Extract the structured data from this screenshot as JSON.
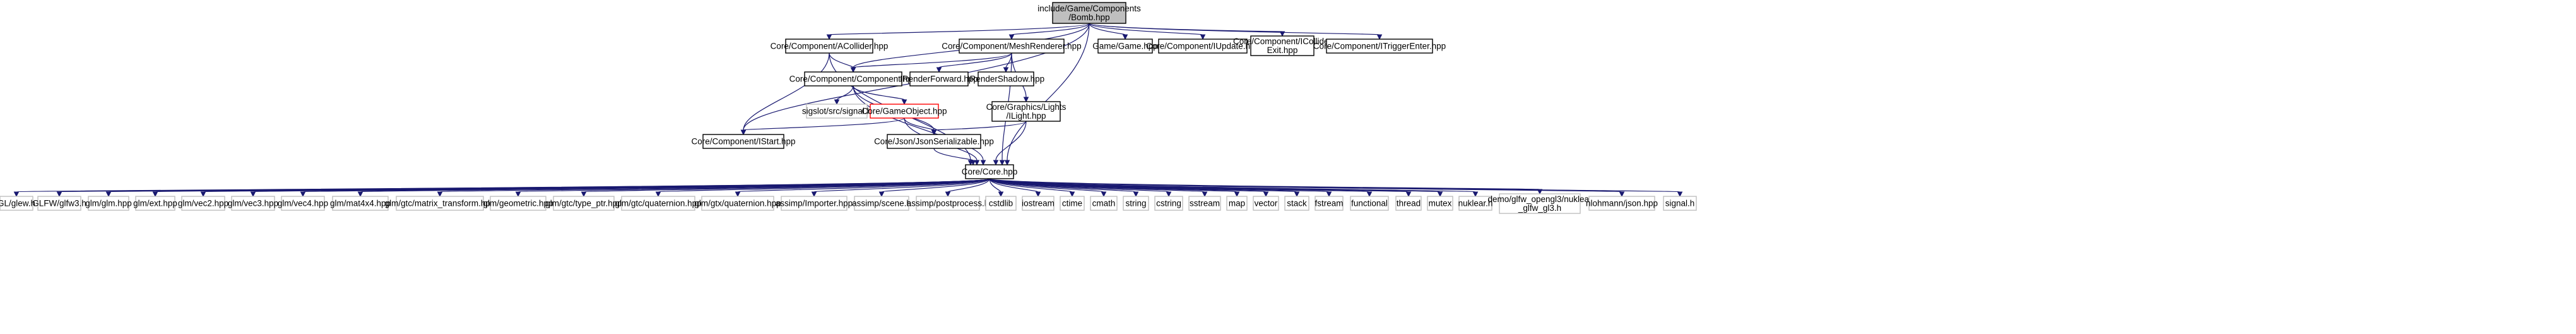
{
  "nodes": {
    "bomb": {
      "lines": [
        "include/Game/Components",
        "/Bomb.hpp"
      ],
      "style": "root"
    },
    "acollider": {
      "lines": [
        "Core/Component/ACollider.hpp"
      ],
      "style": "box"
    },
    "meshrenderer": {
      "lines": [
        "Core/Component/MeshRenderer.hpp"
      ],
      "style": "box"
    },
    "game": {
      "lines": [
        "Game/Game.hpp"
      ],
      "style": "box"
    },
    "iupdate": {
      "lines": [
        "Core/Component/IUpdate.hpp"
      ],
      "style": "box"
    },
    "icolliderexit": {
      "lines": [
        "Core/Component/ICollider",
        "Exit.hpp"
      ],
      "style": "box"
    },
    "itriggerenter": {
      "lines": [
        "Core/Component/ITriggerEnter.hpp"
      ],
      "style": "box"
    },
    "component": {
      "lines": [
        "Core/Component/Component.hpp"
      ],
      "style": "box"
    },
    "irenderforward": {
      "lines": [
        "IRenderForward.hpp"
      ],
      "style": "box"
    },
    "irendershadow": {
      "lines": [
        "IRenderShadow.hpp"
      ],
      "style": "box"
    },
    "signal": {
      "lines": [
        "sigslot/src/signal.h"
      ],
      "style": "plain"
    },
    "gameobject": {
      "lines": [
        "Core/GameObject.hpp"
      ],
      "style": "red"
    },
    "ilight": {
      "lines": [
        "Core/Graphics/Lights",
        "/ILight.hpp"
      ],
      "style": "box"
    },
    "istart": {
      "lines": [
        "Core/Component/IStart.hpp"
      ],
      "style": "box"
    },
    "jsonser": {
      "lines": [
        "Core/Json/JsonSerializable.hpp"
      ],
      "style": "box"
    },
    "core": {
      "lines": [
        "Core/Core.hpp"
      ],
      "style": "box"
    },
    "glew": {
      "lines": [
        "GL/glew.h"
      ],
      "style": "plain"
    },
    "glfw3": {
      "lines": [
        "GLFW/glfw3.h"
      ],
      "style": "plain"
    },
    "glm": {
      "lines": [
        "glm/glm.hpp"
      ],
      "style": "plain"
    },
    "glmext": {
      "lines": [
        "glm/ext.hpp"
      ],
      "style": "plain"
    },
    "vec2": {
      "lines": [
        "glm/vec2.hpp"
      ],
      "style": "plain"
    },
    "vec3": {
      "lines": [
        "glm/vec3.hpp"
      ],
      "style": "plain"
    },
    "vec4": {
      "lines": [
        "glm/vec4.hpp"
      ],
      "style": "plain"
    },
    "mat4x4": {
      "lines": [
        "glm/mat4x4.hpp"
      ],
      "style": "plain"
    },
    "mattransform": {
      "lines": [
        "glm/gtc/matrix_transform.hpp"
      ],
      "style": "plain"
    },
    "geometric": {
      "lines": [
        "glm/geometric.hpp"
      ],
      "style": "plain"
    },
    "typeptr": {
      "lines": [
        "glm/gtc/type_ptr.hpp"
      ],
      "style": "plain"
    },
    "gtcquat": {
      "lines": [
        "glm/gtc/quaternion.hpp"
      ],
      "style": "plain"
    },
    "gtxquat": {
      "lines": [
        "glm/gtx/quaternion.hpp"
      ],
      "style": "plain"
    },
    "importer": {
      "lines": [
        "assimp/Importer.hpp"
      ],
      "style": "plain"
    },
    "scene": {
      "lines": [
        "assimp/scene.h"
      ],
      "style": "plain"
    },
    "postprocess": {
      "lines": [
        "assimp/postprocess.h"
      ],
      "style": "plain"
    },
    "cstdlib": {
      "lines": [
        "cstdlib"
      ],
      "style": "plain"
    },
    "iostream": {
      "lines": [
        "iostream"
      ],
      "style": "plain"
    },
    "ctime": {
      "lines": [
        "ctime"
      ],
      "style": "plain"
    },
    "cmath": {
      "lines": [
        "cmath"
      ],
      "style": "plain"
    },
    "string": {
      "lines": [
        "string"
      ],
      "style": "plain"
    },
    "cstring": {
      "lines": [
        "cstring"
      ],
      "style": "plain"
    },
    "sstream": {
      "lines": [
        "sstream"
      ],
      "style": "plain"
    },
    "map": {
      "lines": [
        "map"
      ],
      "style": "plain"
    },
    "vector": {
      "lines": [
        "vector"
      ],
      "style": "plain"
    },
    "stack": {
      "lines": [
        "stack"
      ],
      "style": "plain"
    },
    "fstream": {
      "lines": [
        "fstream"
      ],
      "style": "plain"
    },
    "functional": {
      "lines": [
        "functional"
      ],
      "style": "plain"
    },
    "thread": {
      "lines": [
        "thread"
      ],
      "style": "plain"
    },
    "mutex": {
      "lines": [
        "mutex"
      ],
      "style": "plain"
    },
    "nuklear": {
      "lines": [
        "nuklear.h"
      ],
      "style": "plain"
    },
    "nuklearglfw": {
      "lines": [
        "demo/glfw_opengl3/nuklear",
        "_glfw_gl3.h"
      ],
      "style": "plain"
    },
    "json": {
      "lines": [
        "nlohmann/json.hpp"
      ],
      "style": "plain"
    },
    "signalh": {
      "lines": [
        "signal.h"
      ],
      "style": "plain"
    }
  },
  "edges": [
    [
      "bomb",
      "acollider"
    ],
    [
      "bomb",
      "meshrenderer"
    ],
    [
      "bomb",
      "game"
    ],
    [
      "bomb",
      "iupdate"
    ],
    [
      "bomb",
      "icolliderexit"
    ],
    [
      "bomb",
      "itriggerenter"
    ],
    [
      "bomb",
      "component"
    ],
    [
      "bomb",
      "istart"
    ],
    [
      "bomb",
      "core"
    ],
    [
      "acollider",
      "component"
    ],
    [
      "acollider",
      "istart"
    ],
    [
      "acollider",
      "core"
    ],
    [
      "meshrenderer",
      "component"
    ],
    [
      "meshrenderer",
      "irenderforward"
    ],
    [
      "meshrenderer",
      "irendershadow"
    ],
    [
      "meshrenderer",
      "ilight"
    ],
    [
      "meshrenderer",
      "core"
    ],
    [
      "component",
      "signal"
    ],
    [
      "component",
      "gameobject"
    ],
    [
      "component",
      "jsonser"
    ],
    [
      "component",
      "core"
    ],
    [
      "gameobject",
      "istart"
    ],
    [
      "gameobject",
      "jsonser"
    ],
    [
      "gameobject",
      "core"
    ],
    [
      "ilight",
      "jsonser"
    ],
    [
      "ilight",
      "core"
    ],
    [
      "jsonser",
      "core"
    ],
    [
      "core",
      "glew"
    ],
    [
      "core",
      "glfw3"
    ],
    [
      "core",
      "glm"
    ],
    [
      "core",
      "glmext"
    ],
    [
      "core",
      "vec2"
    ],
    [
      "core",
      "vec3"
    ],
    [
      "core",
      "vec4"
    ],
    [
      "core",
      "mat4x4"
    ],
    [
      "core",
      "mattransform"
    ],
    [
      "core",
      "geometric"
    ],
    [
      "core",
      "typeptr"
    ],
    [
      "core",
      "gtcquat"
    ],
    [
      "core",
      "gtxquat"
    ],
    [
      "core",
      "importer"
    ],
    [
      "core",
      "scene"
    ],
    [
      "core",
      "postprocess"
    ],
    [
      "core",
      "cstdlib"
    ],
    [
      "core",
      "iostream"
    ],
    [
      "core",
      "ctime"
    ],
    [
      "core",
      "cmath"
    ],
    [
      "core",
      "string"
    ],
    [
      "core",
      "cstring"
    ],
    [
      "core",
      "sstream"
    ],
    [
      "core",
      "map"
    ],
    [
      "core",
      "vector"
    ],
    [
      "core",
      "stack"
    ],
    [
      "core",
      "fstream"
    ],
    [
      "core",
      "functional"
    ],
    [
      "core",
      "thread"
    ],
    [
      "core",
      "mutex"
    ],
    [
      "core",
      "nuklear"
    ],
    [
      "core",
      "nuklearglfw"
    ],
    [
      "core",
      "json"
    ],
    [
      "core",
      "signalh"
    ]
  ]
}
